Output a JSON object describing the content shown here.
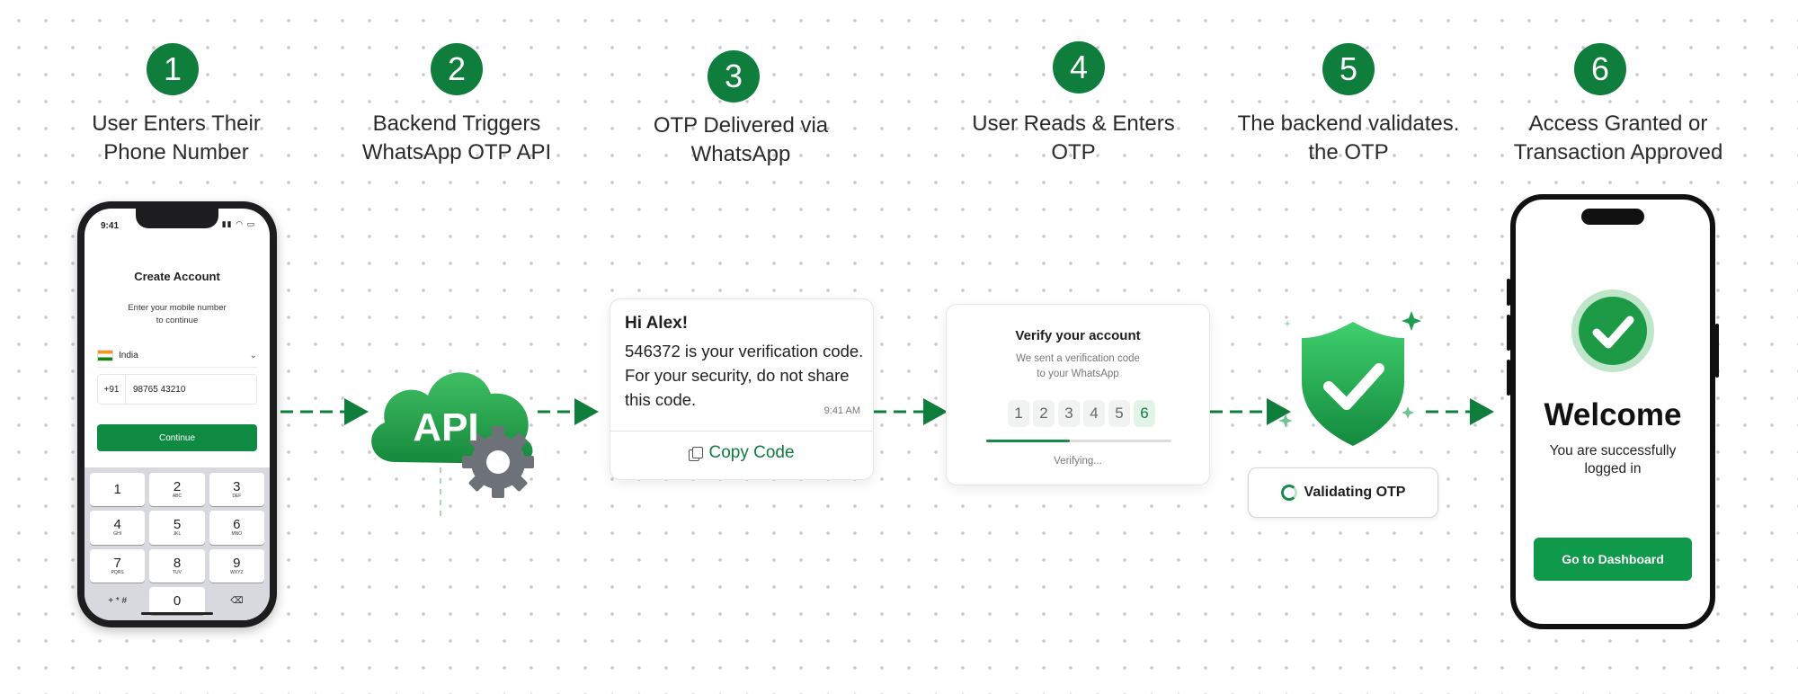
{
  "steps": [
    {
      "number": "1",
      "title_line1": "User Enters Their",
      "title_line2": "Phone Number"
    },
    {
      "number": "2",
      "title_line1": "Backend Triggers",
      "title_line2": "WhatsApp OTP API"
    },
    {
      "number": "3",
      "title_line1": "OTP Delivered via",
      "title_line2": "WhatsApp"
    },
    {
      "number": "4",
      "title_line1": "User Reads & Enters",
      "title_line2": "OTP"
    },
    {
      "number": "5",
      "title_line1": "The backend validates.",
      "title_line2": "the OTP"
    },
    {
      "number": "6",
      "title_line1": "Access Granted or",
      "title_line2": "Transaction Approved"
    }
  ],
  "phone1": {
    "time": "9:41",
    "title": "Create Account",
    "subtitle_line1": "Enter your mobile number",
    "subtitle_line2": "to continue",
    "country": "India",
    "country_code": "+91",
    "phone_number": "98765 43210",
    "continue_label": "Continue",
    "keypad": [
      {
        "digit": "1",
        "letters": ""
      },
      {
        "digit": "2",
        "letters": "ABC"
      },
      {
        "digit": "3",
        "letters": "DEF"
      },
      {
        "digit": "4",
        "letters": "GHI"
      },
      {
        "digit": "5",
        "letters": "JKL"
      },
      {
        "digit": "6",
        "letters": "MNO"
      },
      {
        "digit": "7",
        "letters": "PQRS"
      },
      {
        "digit": "8",
        "letters": "TUV"
      },
      {
        "digit": "9",
        "letters": "WXYZ"
      },
      {
        "digit": "+ * #",
        "letters": ""
      },
      {
        "digit": "0",
        "letters": ""
      },
      {
        "digit": "⌫",
        "letters": ""
      }
    ]
  },
  "api": {
    "label": "API"
  },
  "message": {
    "greeting": "Hi Alex!",
    "body": "546372 is your verification code. For your security, do not share this code.",
    "time": "9:41 AM",
    "copy_label": "Copy Code"
  },
  "verify": {
    "title": "Verify your account",
    "subtitle_line1": "We sent a verification code",
    "subtitle_line2": "to your WhatsApp",
    "digits": [
      "1",
      "2",
      "3",
      "4",
      "5",
      "6"
    ],
    "progress": 0.45,
    "status": "Verifying..."
  },
  "validating": {
    "label": "Validating OTP"
  },
  "phone6": {
    "welcome": "Welcome",
    "subtitle_line1": "You are successfully",
    "subtitle_line2": "logged in",
    "dashboard_label": "Go to Dashboard"
  },
  "colors": {
    "brand_green": "#0f7d3c",
    "button_green": "#0f9a4b"
  }
}
